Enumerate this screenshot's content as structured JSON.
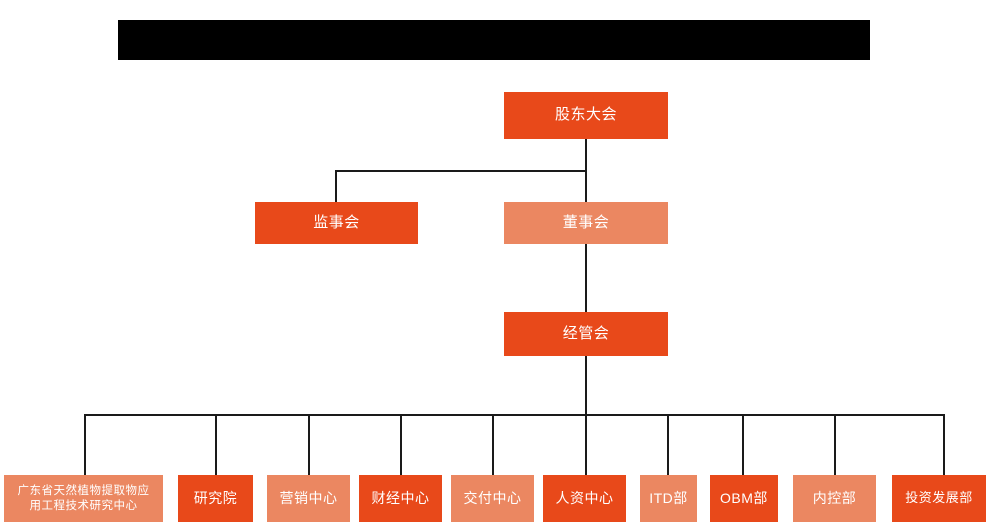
{
  "page": {
    "background": "#ffffff",
    "title_banner": {
      "name": "redacted-title-banner",
      "text": "",
      "color": "#000000"
    }
  },
  "palette": {
    "dark_orange": "#E8491A",
    "light_orange": "#EB8761",
    "line": "#1a1a1a",
    "text": "#ffffff"
  },
  "chart_data": {
    "type": "diagram",
    "diagram_type": "org-chart",
    "title": "",
    "levels": [
      {
        "level": 1,
        "nodes": [
          {
            "id": "shareholders",
            "label": "股东大会",
            "shade": "dark"
          }
        ]
      },
      {
        "level": 2,
        "nodes": [
          {
            "id": "supervisors",
            "label": "监事会",
            "shade": "dark"
          },
          {
            "id": "directors",
            "label": "董事会",
            "shade": "light"
          }
        ]
      },
      {
        "level": 3,
        "nodes": [
          {
            "id": "management",
            "label": "经管会",
            "shade": "dark"
          }
        ]
      },
      {
        "level": 4,
        "nodes": [
          {
            "id": "research-center",
            "label": "广东省天然植物提取物应\n用工程技术研究中心",
            "shade": "light"
          },
          {
            "id": "institute",
            "label": "研究院",
            "shade": "dark"
          },
          {
            "id": "marketing-center",
            "label": "营销中心",
            "shade": "light"
          },
          {
            "id": "finance-center",
            "label": "财经中心",
            "shade": "dark"
          },
          {
            "id": "delivery-center",
            "label": "交付中心",
            "shade": "light"
          },
          {
            "id": "hr-center",
            "label": "人资中心",
            "shade": "dark"
          },
          {
            "id": "itd-dept",
            "label": "ITD部",
            "shade": "light"
          },
          {
            "id": "obm-dept",
            "label": "OBM部",
            "shade": "dark"
          },
          {
            "id": "internal-control-dept",
            "label": "内控部",
            "shade": "light"
          },
          {
            "id": "investment-development-dept",
            "label": "投资发展部",
            "shade": "dark"
          }
        ]
      }
    ],
    "edges": [
      {
        "from": "shareholders",
        "to": "supervisors"
      },
      {
        "from": "shareholders",
        "to": "directors"
      },
      {
        "from": "directors",
        "to": "management"
      },
      {
        "from": "management",
        "to": "research-center"
      },
      {
        "from": "management",
        "to": "institute"
      },
      {
        "from": "management",
        "to": "marketing-center"
      },
      {
        "from": "management",
        "to": "finance-center"
      },
      {
        "from": "management",
        "to": "delivery-center"
      },
      {
        "from": "management",
        "to": "hr-center"
      },
      {
        "from": "management",
        "to": "itd-dept"
      },
      {
        "from": "management",
        "to": "obm-dept"
      },
      {
        "from": "management",
        "to": "internal-control-dept"
      },
      {
        "from": "management",
        "to": "investment-development-dept"
      }
    ]
  }
}
